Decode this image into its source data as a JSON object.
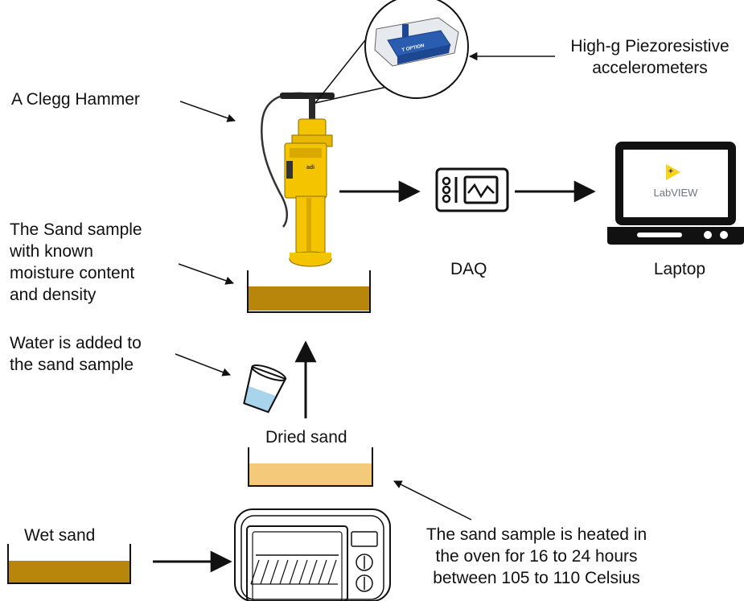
{
  "labels": {
    "accelerometers": "High-g Piezoresistive\naccelerometers",
    "clegg": "A Clegg Hammer",
    "sand_sample": "The Sand sample\nwith known\nmoisture content\nand density",
    "water": "Water is added to\nthe sand sample",
    "daq": "DAQ",
    "laptop": "Laptop",
    "dried": "Dried sand",
    "wet": "Wet sand",
    "oven": "The sand sample is heated in\nthe oven for 16 to 24 hours\nbetween 105 to 110 Celsius"
  },
  "device_text": {
    "sensor_option": "T OPTION",
    "hammer_brand": "adi",
    "laptop_brand": "LabVIEW"
  },
  "colors": {
    "wet_sand": "#b8860b",
    "dried_sand": "#f5c97a",
    "hammer_yellow": "#f5c400",
    "water": "#a8d4ec",
    "sensor_blue": "#2a5db0",
    "labview_yellow": "#f7d417",
    "line": "#111111"
  },
  "icons": [
    "clegg-hammer-photo",
    "accelerometer-photo",
    "daq-icon",
    "laptop-icon",
    "oven-icon",
    "water-cup-icon"
  ]
}
